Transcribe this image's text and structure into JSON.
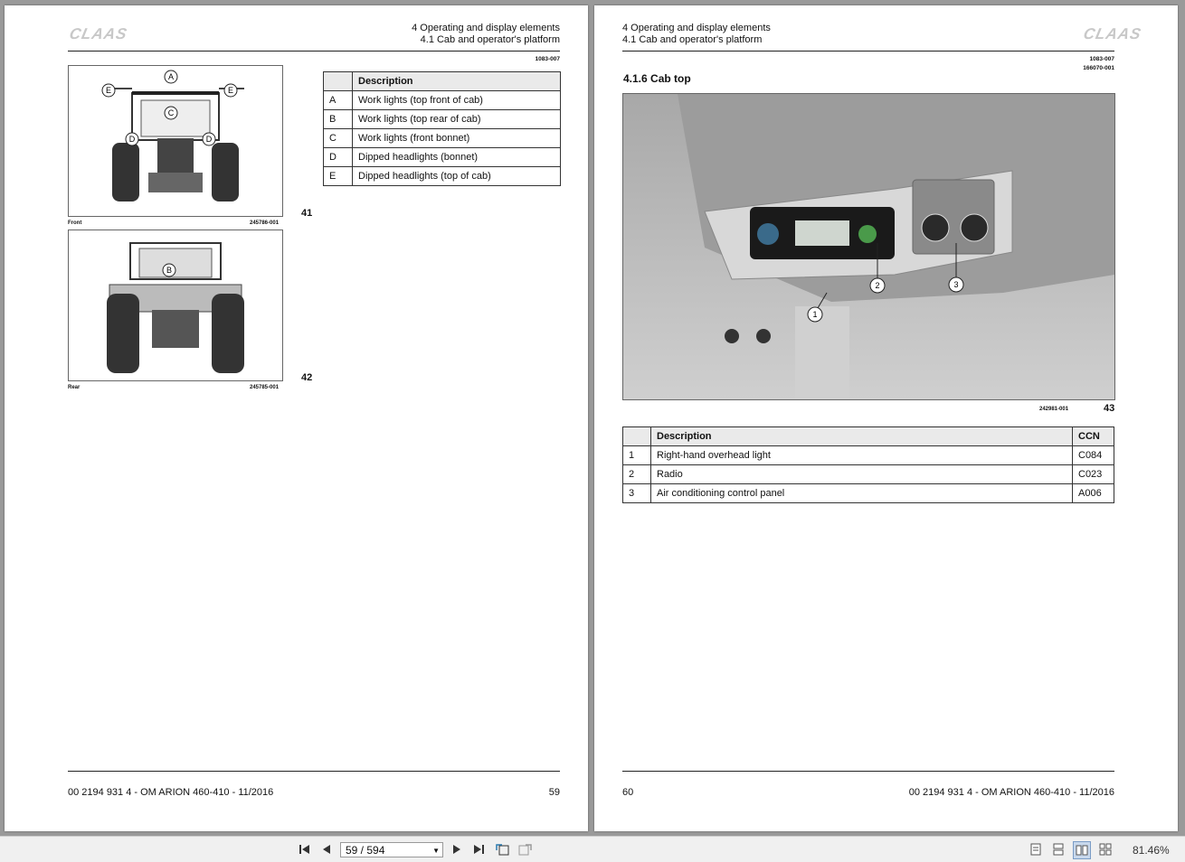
{
  "brand": "CLAAS",
  "left_page": {
    "header_line1": "4 Operating and display elements",
    "header_line2": "4.1 Cab and operator's platform",
    "doc_ref": "1083-007",
    "figure_front": {
      "caption": "Front",
      "image_id": "245786-001",
      "number": "41",
      "callouts": [
        "A",
        "E",
        "E",
        "C",
        "D",
        "D"
      ]
    },
    "figure_rear": {
      "caption": "Rear",
      "image_id": "245785-001",
      "number": "42",
      "callouts": [
        "B"
      ]
    },
    "table": {
      "header": "Description",
      "rows": [
        {
          "key": "A",
          "desc": "Work lights (top front of cab)"
        },
        {
          "key": "B",
          "desc": "Work lights (top rear of cab)"
        },
        {
          "key": "C",
          "desc": "Work lights (front bonnet)"
        },
        {
          "key": "D",
          "desc": "Dipped headlights (bonnet)"
        },
        {
          "key": "E",
          "desc": "Dipped headlights (top of cab)"
        }
      ]
    },
    "footer_doc": "00 2194 931 4 - OM ARION 460-410 - 11/2016",
    "page_number": "59"
  },
  "right_page": {
    "header_line1": "4 Operating and display elements",
    "header_line2": "4.1 Cab and operator's platform",
    "doc_ref1": "1083-007",
    "doc_ref2": "166070-001",
    "section_title": "4.1.6 Cab top",
    "figure": {
      "image_id": "242981-001",
      "number": "43",
      "callouts": [
        "1",
        "2",
        "3"
      ]
    },
    "table": {
      "header_desc": "Description",
      "header_ccn": "CCN",
      "rows": [
        {
          "key": "1",
          "desc": "Right-hand overhead light",
          "ccn": "C084"
        },
        {
          "key": "2",
          "desc": "Radio",
          "ccn": "C023"
        },
        {
          "key": "3",
          "desc": "Air conditioning control panel",
          "ccn": "A006"
        }
      ]
    },
    "footer_doc": "00 2194 931 4 - OM ARION 460-410 - 11/2016",
    "page_number": "60"
  },
  "toolbar": {
    "page_field": "59 / 594",
    "zoom": "81.46%"
  }
}
